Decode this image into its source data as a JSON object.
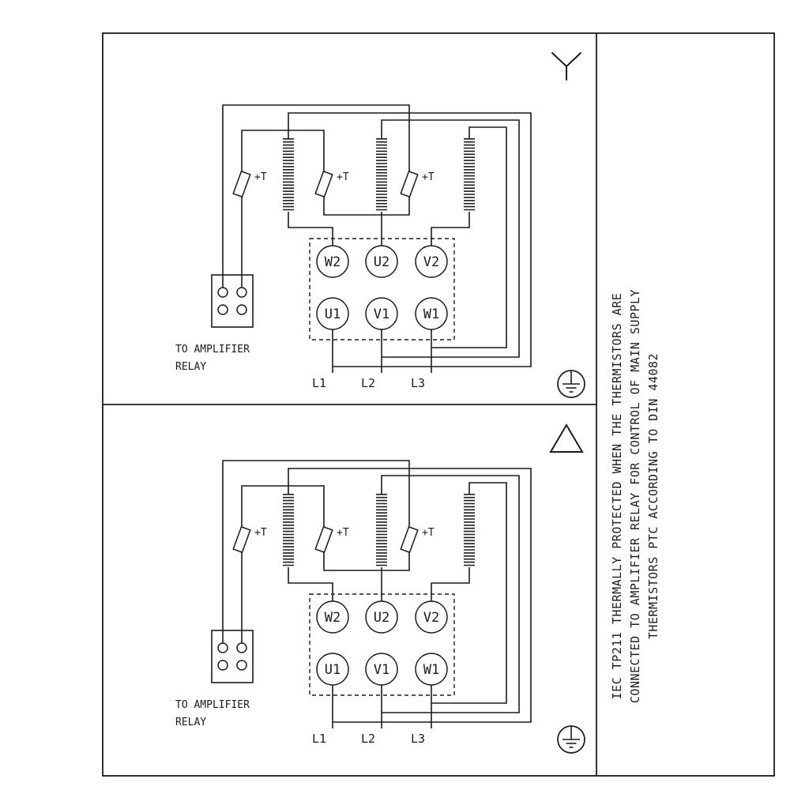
{
  "colors": {
    "background": "#ffffff",
    "line": "#1c1c1c"
  },
  "labels": {
    "thermistor": "+T",
    "relay_caption_1": "TO AMPLIFIER",
    "relay_caption_2": "RELAY",
    "terminals_top": [
      "W2",
      "U2",
      "V2"
    ],
    "terminals_bottom": [
      "U1",
      "V1",
      "W1"
    ],
    "supply": [
      "L1",
      "L2",
      "L3"
    ]
  },
  "side_note": {
    "line1": "IEC TP211 THERMALLY PROTECTED WHEN THE THERMISTORS ARE",
    "line2": "CONNECTED TO AMPLIFIER RELAY FOR CONTROL OF MAIN SUPPLY",
    "line3": "THERMISTORS PTC ACCORDING TO DIN 44082"
  },
  "icons": {
    "top_panel_connection": "star-connection-icon",
    "bottom_panel_connection": "delta-connection-icon",
    "ground": "earth-ground-icon"
  }
}
